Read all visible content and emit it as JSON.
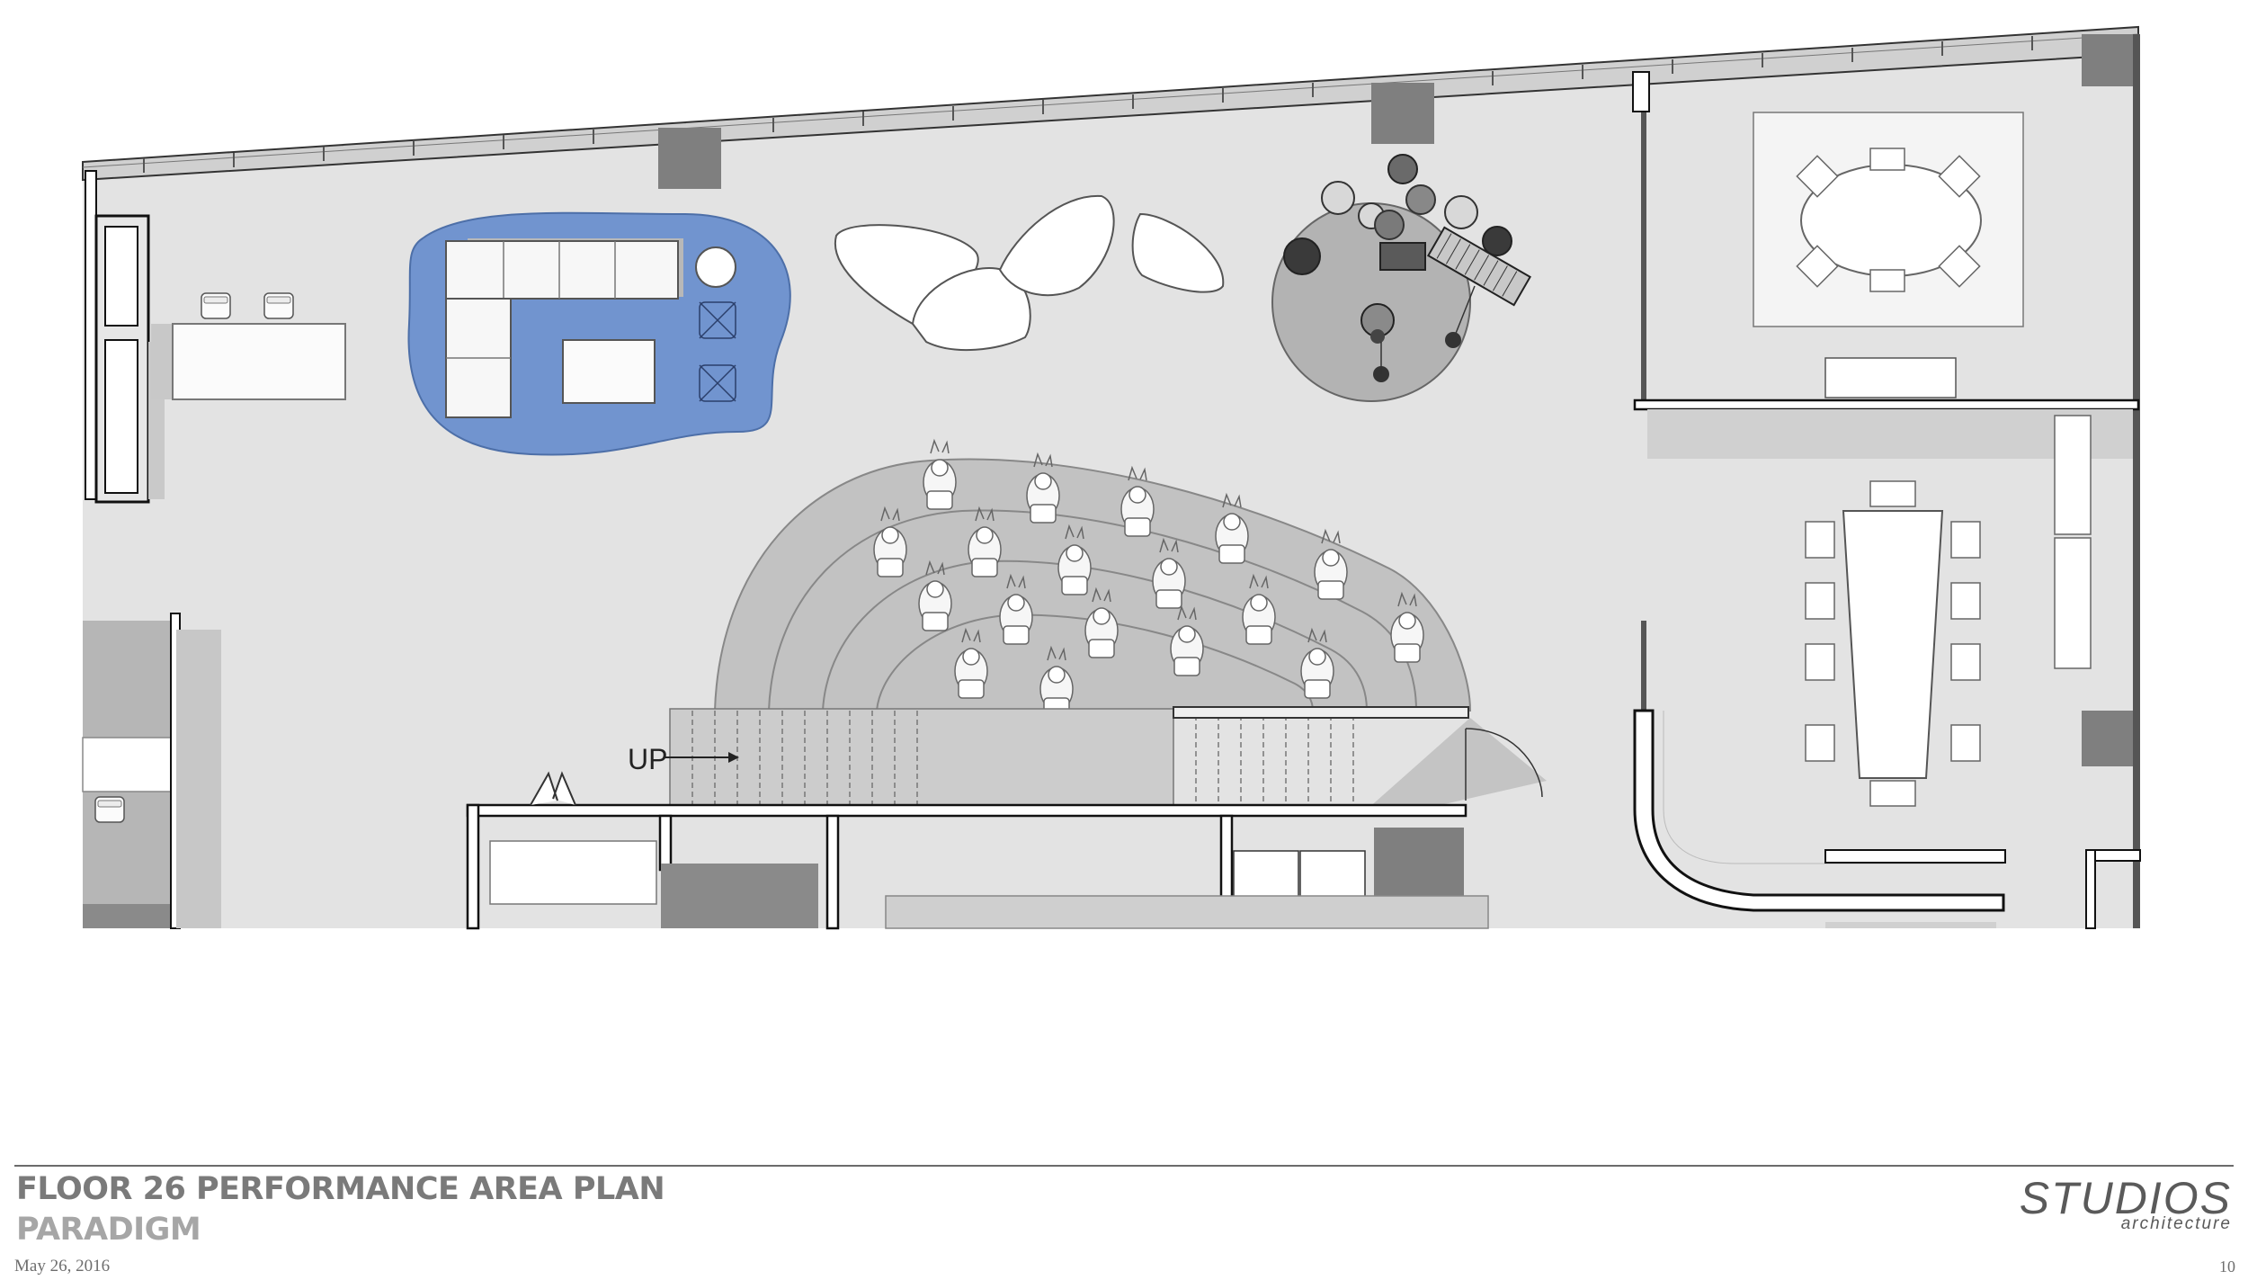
{
  "plan": {
    "up_label": "UP"
  },
  "footer": {
    "title": "FLOOR 26 PERFORMANCE AREA PLAN",
    "subtitle": "PARADIGM",
    "date": "May 26, 2016",
    "page_number": "10",
    "brand_name": "STUDIOS",
    "brand_sub": "architecture"
  },
  "colors": {
    "floor": "#e4e4e4",
    "column": "#7d7d7d",
    "rug": "#7194cf",
    "stage": "#b3b3b3",
    "tiers": "#c4c4c4"
  }
}
